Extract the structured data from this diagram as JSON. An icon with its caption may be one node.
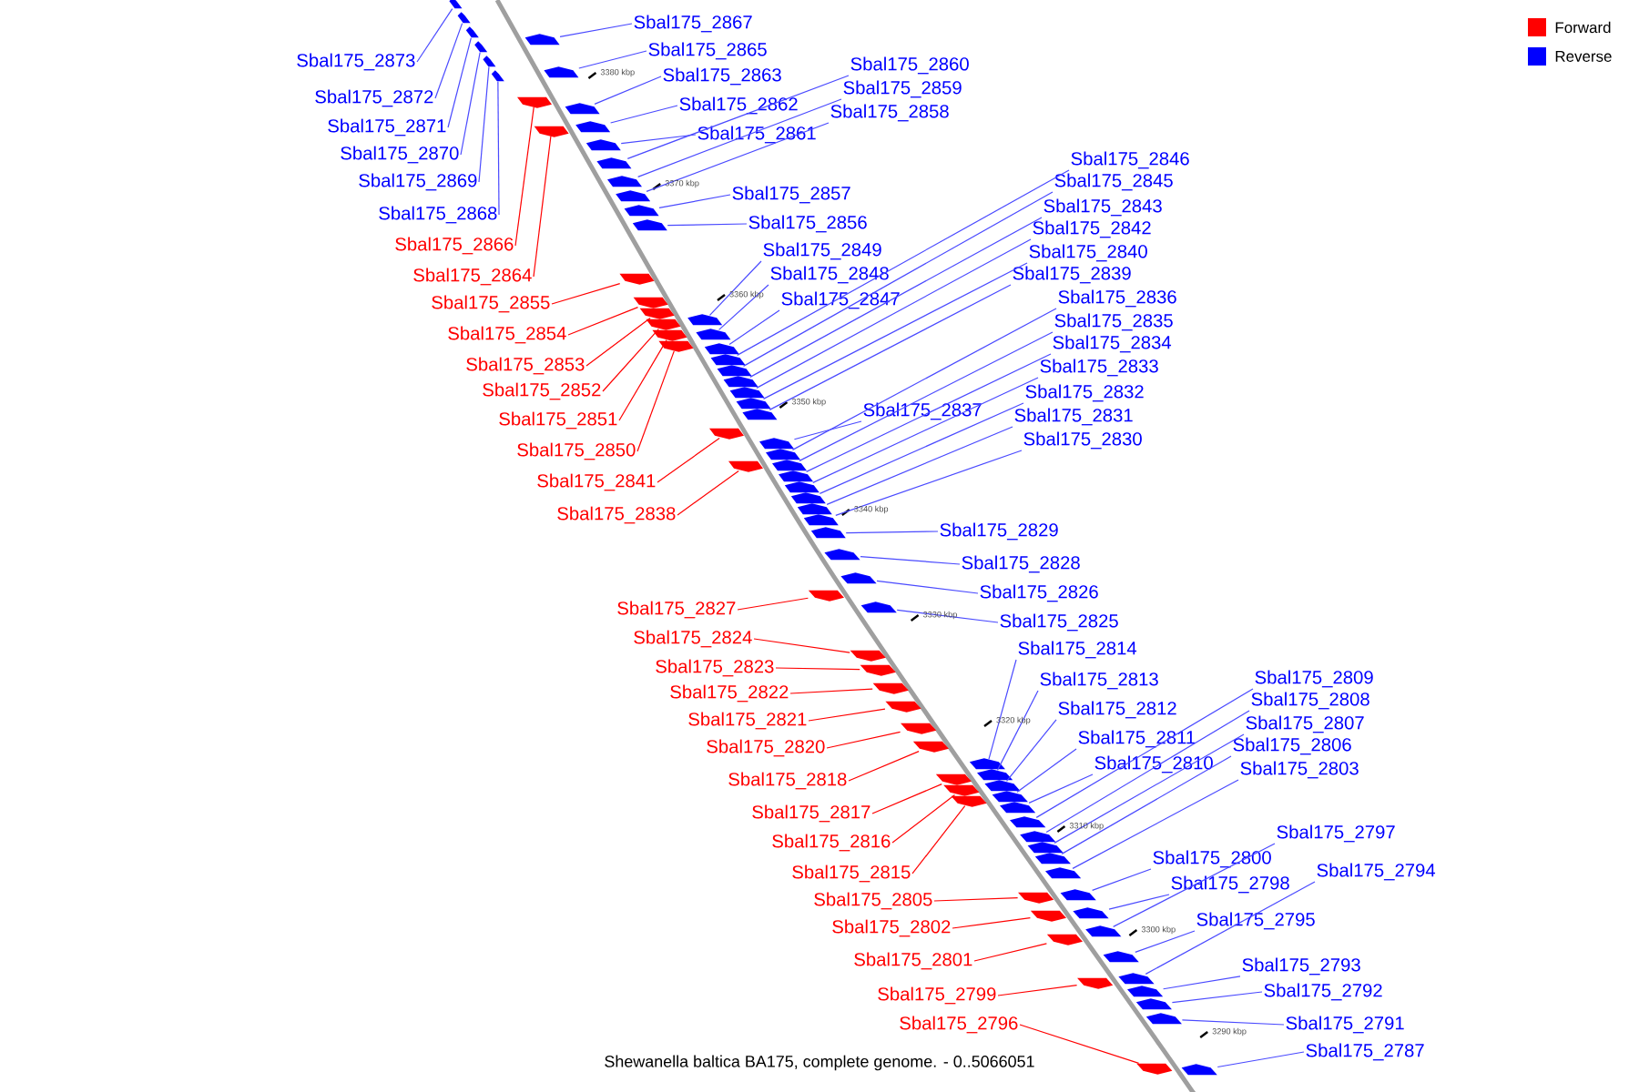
{
  "diagram": {
    "caption": "Shewanella baltica BA175, complete genome. - 0..5066051",
    "nodes": [
      {
        "text": [
          "Sbal175_2873"
        ]
      },
      {
        "text": [
          "Sbal175_2872"
        ]
      },
      {
        "text": [
          "Sbal175_2871"
        ]
      },
      {
        "text": [
          "Sbal175_2870"
        ]
      },
      {
        "text": [
          "Sbal175_2869"
        ]
      },
      {
        "text": [
          "Sbal175_2868"
        ]
      },
      {
        "text": [
          "Sbal175_2866"
        ]
      },
      {
        "text": [
          "Sbal175_2864"
        ]
      },
      {
        "text": [
          "Sbal175_2855"
        ]
      },
      {
        "text": [
          "Sbal175_2854"
        ]
      },
      {
        "text": [
          "Sbal175_2853"
        ]
      },
      {
        "text": [
          "Sbal175_2852"
        ]
      },
      {
        "text": [
          "Sbal175_2851"
        ]
      },
      {
        "text": [
          "Sbal175_2850"
        ]
      },
      {
        "text": [
          "Sbal175_2841"
        ]
      },
      {
        "text": [
          "Sbal175_2838"
        ]
      },
      {
        "text": [
          "Sbal175_2827"
        ]
      },
      {
        "text": [
          "Sbal175_2824"
        ]
      },
      {
        "text": [
          "Sbal175_2823"
        ]
      },
      {
        "text": [
          "Sbal175_2822"
        ]
      },
      {
        "text": [
          "Sbal175_2821"
        ]
      },
      {
        "text": [
          "Sbal175_2820"
        ]
      },
      {
        "text": [
          "Sbal175_2818"
        ]
      },
      {
        "text": [
          "Sbal175_2817"
        ]
      },
      {
        "text": [
          "Sbal175_2816"
        ]
      },
      {
        "text": [
          "Sbal175_2815"
        ]
      },
      {
        "text": [
          "Sbal175_2805"
        ]
      },
      {
        "text": [
          "Sbal175_2802"
        ]
      },
      {
        "text": [
          "Sbal175_2801"
        ]
      },
      {
        "text": [
          "Sbal175_2799"
        ]
      },
      {
        "text": [
          "Sbal175_2796"
        ]
      },
      {
        "text": [
          "Sbal175_2867"
        ]
      },
      {
        "text": [
          "Sbal175_2865"
        ]
      },
      {
        "text": [
          "Sbal175_2863"
        ]
      },
      {
        "text": [
          "Sbal175_2862"
        ]
      },
      {
        "text": [
          "Sbal175_2861"
        ]
      },
      {
        "text": [
          "Sbal175_2860"
        ]
      },
      {
        "text": [
          "Sbal175_2859"
        ]
      },
      {
        "text": [
          "Sbal175_2858"
        ]
      },
      {
        "text": [
          "Sbal175_2857"
        ]
      },
      {
        "text": [
          "Sbal175_2856"
        ]
      },
      {
        "text": [
          "Sbal175_2849"
        ]
      },
      {
        "text": [
          "Sbal175_2848"
        ]
      },
      {
        "text": [
          "Sbal175_2847"
        ]
      },
      {
        "text": [
          "Sbal175_2846"
        ]
      },
      {
        "text": [
          "Sbal175_2845"
        ]
      },
      {
        "text": [
          "Sbal175_2843"
        ]
      },
      {
        "text": [
          "Sbal175_2842"
        ]
      },
      {
        "text": [
          "Sbal175_2840"
        ]
      },
      {
        "text": [
          "Sbal175_2839"
        ]
      },
      {
        "text": [
          "Sbal175_2837"
        ]
      },
      {
        "text": [
          "Sbal175_2836"
        ]
      },
      {
        "text": [
          "Sbal175_2835"
        ]
      },
      {
        "text": [
          "Sbal175_2834"
        ]
      },
      {
        "text": [
          "Sbal175_2833"
        ]
      },
      {
        "text": [
          "Sbal175_2832"
        ]
      },
      {
        "text": [
          "Sbal175_2831"
        ]
      },
      {
        "text": [
          "Sbal175_2830"
        ]
      },
      {
        "text": [
          "Sbal175_2829"
        ]
      },
      {
        "text": [
          "Sbal175_2828"
        ]
      },
      {
        "text": [
          "Sbal175_2826"
        ]
      },
      {
        "text": [
          "Sbal175_2825"
        ]
      },
      {
        "text": [
          "Sbal175_2814"
        ]
      },
      {
        "text": [
          "Sbal175_2813"
        ]
      },
      {
        "text": [
          "Sbal175_2812"
        ]
      },
      {
        "text": [
          "Sbal175_2811"
        ]
      },
      {
        "text": [
          "Sbal175_2810"
        ]
      },
      {
        "text": [
          "Sbal175_2809"
        ]
      },
      {
        "text": [
          "Sbal175_2808"
        ]
      },
      {
        "text": [
          "Sbal175_2807"
        ]
      },
      {
        "text": [
          "Sbal175_2806"
        ]
      },
      {
        "text": [
          "Sbal175_2803"
        ]
      },
      {
        "text": [
          "Sbal175_2797"
        ]
      },
      {
        "text": [
          "Sbal175_2800"
        ]
      },
      {
        "text": [
          "Sbal175_2798"
        ]
      },
      {
        "text": [
          "Sbal175_2795"
        ]
      },
      {
        "text": [
          "Sbal175_2794"
        ]
      },
      {
        "text": [
          "Sbal175_2793"
        ]
      },
      {
        "text": [
          "Sbal175_2792"
        ]
      },
      {
        "text": [
          "Sbal175_2791"
        ]
      },
      {
        "text": [
          "Sbal175_2787"
        ]
      },
      {
        "text": [],
        "shape": "arrow"
      },
      {
        "text": [],
        "shape": "arrow"
      },
      {
        "text": [],
        "shape": "arrow"
      },
      {
        "text": [],
        "shape": "arrow"
      },
      {
        "text": [],
        "shape": "arrow"
      },
      {
        "text": [],
        "shape": "arrow"
      },
      {
        "text": [],
        "shape": "arrow"
      },
      {
        "text": [],
        "shape": "arrow"
      },
      {
        "text": [],
        "shape": "arrow"
      },
      {
        "text": [],
        "shape": "arrow"
      },
      {
        "text": [],
        "shape": "arrow"
      },
      {
        "text": [],
        "shape": "arrow"
      },
      {
        "text": [],
        "shape": "arrow"
      },
      {
        "text": [],
        "shape": "arrow"
      },
      {
        "text": [],
        "shape": "arrow"
      },
      {
        "text": [],
        "shape": "arrow"
      },
      {
        "text": [],
        "shape": "arrow"
      },
      {
        "text": [],
        "shape": "arrow"
      },
      {
        "text": [],
        "shape": "arrow"
      },
      {
        "text": [],
        "shape": "arrow"
      },
      {
        "text": [],
        "shape": "arrow"
      },
      {
        "text": [],
        "shape": "arrow"
      },
      {
        "text": [],
        "shape": "arrow"
      },
      {
        "text": [],
        "shape": "arrow"
      },
      {
        "text": [],
        "shape": "arrow"
      },
      {
        "text": [],
        "shape": "arrow"
      },
      {
        "text": [],
        "shape": "arrow"
      },
      {
        "text": [],
        "shape": "arrow"
      },
      {
        "text": [],
        "shape": "arrow"
      },
      {
        "text": [],
        "shape": "arrow"
      },
      {
        "text": [],
        "shape": "arrow"
      },
      {
        "text": [],
        "shape": "arrow"
      },
      {
        "text": [],
        "shape": "arrow"
      },
      {
        "text": [],
        "shape": "arrow"
      },
      {
        "text": [],
        "shape": "arrow"
      },
      {
        "text": [],
        "shape": "arrow"
      },
      {
        "text": [],
        "shape": "arrow"
      },
      {
        "text": [],
        "shape": "arrow"
      },
      {
        "text": [],
        "shape": "arrow"
      },
      {
        "text": [],
        "shape": "arrow"
      },
      {
        "text": [],
        "shape": "arrow"
      },
      {
        "text": [],
        "shape": "arrow"
      },
      {
        "text": [],
        "shape": "arrow"
      },
      {
        "text": [],
        "shape": "arrow"
      },
      {
        "text": [],
        "shape": "arrow"
      },
      {
        "text": [],
        "shape": "arrow"
      },
      {
        "text": [],
        "shape": "arrow"
      },
      {
        "text": [],
        "shape": "arrow"
      },
      {
        "text": [],
        "shape": "arrow"
      },
      {
        "text": [],
        "shape": "arrow"
      },
      {
        "text": [],
        "shape": "arrow"
      },
      {
        "text": [],
        "shape": "arrow"
      },
      {
        "text": [],
        "shape": "arrow"
      },
      {
        "text": [],
        "shape": "arrow"
      },
      {
        "text": [],
        "shape": "arrow"
      },
      {
        "text": [],
        "shape": "arrow"
      },
      {
        "text": [],
        "shape": "arrow"
      },
      {
        "text": [],
        "shape": "arrow"
      },
      {
        "text": [],
        "shape": "arrow"
      },
      {
        "text": [],
        "shape": "arrow"
      },
      {
        "text": [],
        "shape": "arrow"
      },
      {
        "text": [],
        "shape": "arrow"
      },
      {
        "text": [],
        "shape": "arrow"
      },
      {
        "text": [],
        "shape": "arrow"
      },
      {
        "text": [],
        "shape": "arrow"
      },
      {
        "text": [],
        "shape": "arrow"
      },
      {
        "text": [],
        "shape": "arrow"
      },
      {
        "text": [],
        "shape": "arrow"
      },
      {
        "text": [],
        "shape": "arrow"
      },
      {
        "text": [],
        "shape": "arrow"
      },
      {
        "text": [],
        "shape": "arrow"
      },
      {
        "text": [],
        "shape": "arrow"
      },
      {
        "text": [],
        "shape": "arrow"
      },
      {
        "text": [],
        "shape": "arrow"
      },
      {
        "text": [],
        "shape": "arrow"
      },
      {
        "text": [],
        "shape": "arrow"
      },
      {
        "text": [],
        "shape": "arrow"
      },
      {
        "text": [],
        "shape": "arrow"
      },
      {
        "text": [],
        "shape": "arrow"
      },
      {
        "text": [],
        "shape": "arrow"
      },
      {
        "text": [],
        "shape": "arrow"
      }
    ],
    "edges": [
      {
        "from": 0,
        "to": 81,
        "arrow": "none"
      },
      {
        "from": 1,
        "to": 82,
        "arrow": "none"
      },
      {
        "from": 2,
        "to": 83,
        "arrow": "none"
      },
      {
        "from": 3,
        "to": 84,
        "arrow": "none"
      },
      {
        "from": 4,
        "to": 85,
        "arrow": "none"
      },
      {
        "from": 5,
        "to": 86,
        "arrow": "none"
      },
      {
        "from": 6,
        "to": 87,
        "arrow": "none",
        "color": "#ff0000"
      },
      {
        "from": 7,
        "to": 88,
        "arrow": "none",
        "color": "#ff0000"
      },
      {
        "from": 8,
        "to": 89,
        "arrow": "none",
        "color": "#ff0000"
      },
      {
        "from": 9,
        "to": 90,
        "arrow": "none",
        "color": "#ff0000"
      },
      {
        "from": 10,
        "to": 91,
        "arrow": "none",
        "color": "#ff0000"
      },
      {
        "from": 11,
        "to": 92,
        "arrow": "none",
        "color": "#ff0000"
      },
      {
        "from": 12,
        "to": 93,
        "arrow": "none",
        "color": "#ff0000"
      },
      {
        "from": 13,
        "to": 94,
        "arrow": "none",
        "color": "#ff0000"
      },
      {
        "from": 14,
        "to": 95,
        "arrow": "none",
        "color": "#ff0000"
      },
      {
        "from": 15,
        "to": 96,
        "arrow": "none",
        "color": "#ff0000"
      },
      {
        "from": 16,
        "to": 97,
        "arrow": "none",
        "color": "#ff0000"
      },
      {
        "from": 17,
        "to": 98,
        "arrow": "none",
        "color": "#ff0000"
      },
      {
        "from": 18,
        "to": 99,
        "arrow": "none",
        "color": "#ff0000"
      },
      {
        "from": 19,
        "to": 100,
        "arrow": "none",
        "color": "#ff0000"
      },
      {
        "from": 20,
        "to": 101,
        "arrow": "none",
        "color": "#ff0000"
      },
      {
        "from": 21,
        "to": 102,
        "arrow": "none",
        "color": "#ff0000"
      },
      {
        "from": 22,
        "to": 103,
        "arrow": "none",
        "color": "#ff0000"
      },
      {
        "from": 23,
        "to": 104,
        "arrow": "none",
        "color": "#ff0000"
      },
      {
        "from": 24,
        "to": 105,
        "arrow": "none",
        "color": "#ff0000"
      },
      {
        "from": 25,
        "to": 106,
        "arrow": "none",
        "color": "#ff0000"
      },
      {
        "from": 26,
        "to": 107,
        "arrow": "none",
        "color": "#ff0000"
      },
      {
        "from": 27,
        "to": 108,
        "arrow": "none",
        "color": "#ff0000"
      },
      {
        "from": 28,
        "to": 109,
        "arrow": "none",
        "color": "#ff0000"
      },
      {
        "from": 29,
        "to": 110,
        "arrow": "none",
        "color": "#ff0000"
      },
      {
        "from": 30,
        "to": 111,
        "arrow": "none",
        "color": "#ff0000"
      },
      {
        "from": 31,
        "to": 112,
        "arrow": "none"
      },
      {
        "from": 32,
        "to": 113,
        "arrow": "none"
      },
      {
        "from": 33,
        "to": 114,
        "arrow": "none"
      },
      {
        "from": 34,
        "to": 115,
        "arrow": "none"
      },
      {
        "from": 35,
        "to": 116,
        "arrow": "none"
      },
      {
        "from": 36,
        "to": 117,
        "arrow": "none"
      },
      {
        "from": 37,
        "to": 118,
        "arrow": "none"
      },
      {
        "from": 38,
        "to": 119,
        "arrow": "none"
      },
      {
        "from": 39,
        "to": 120,
        "arrow": "none"
      },
      {
        "from": 40,
        "to": 121,
        "arrow": "none"
      },
      {
        "from": 41,
        "to": 122,
        "arrow": "none"
      },
      {
        "from": 42,
        "to": 123,
        "arrow": "none"
      },
      {
        "from": 43,
        "to": 124,
        "arrow": "none"
      },
      {
        "from": 44,
        "to": 125,
        "arrow": "none"
      },
      {
        "from": 45,
        "to": 126,
        "arrow": "none"
      },
      {
        "from": 46,
        "to": 127,
        "arrow": "none"
      },
      {
        "from": 47,
        "to": 128,
        "arrow": "none"
      },
      {
        "from": 48,
        "to": 129,
        "arrow": "none"
      },
      {
        "from": 49,
        "to": 130,
        "arrow": "none"
      },
      {
        "from": 50,
        "to": 131,
        "arrow": "none"
      },
      {
        "from": 51,
        "to": 132,
        "arrow": "none"
      },
      {
        "from": 52,
        "to": 133,
        "arrow": "none"
      },
      {
        "from": 53,
        "to": 134,
        "arrow": "none"
      },
      {
        "from": 54,
        "to": 135,
        "arrow": "none"
      },
      {
        "from": 55,
        "to": 136,
        "arrow": "none"
      },
      {
        "from": 56,
        "to": 137,
        "arrow": "none"
      },
      {
        "from": 57,
        "to": 138,
        "arrow": "none"
      },
      {
        "from": 58,
        "to": 139,
        "arrow": "none"
      },
      {
        "from": 59,
        "to": 140,
        "arrow": "none"
      },
      {
        "from": 60,
        "to": 141,
        "arrow": "none"
      },
      {
        "from": 61,
        "to": 142,
        "arrow": "none"
      },
      {
        "from": 62,
        "to": 143,
        "arrow": "none"
      },
      {
        "from": 63,
        "to": 144,
        "arrow": "none"
      },
      {
        "from": 64,
        "to": 145,
        "arrow": "none"
      },
      {
        "from": 65,
        "to": 146,
        "arrow": "none"
      },
      {
        "from": 66,
        "to": 147,
        "arrow": "none"
      },
      {
        "from": 67,
        "to": 148,
        "arrow": "none"
      },
      {
        "from": 68,
        "to": 149,
        "arrow": "none"
      },
      {
        "from": 69,
        "to": 150,
        "arrow": "none"
      },
      {
        "from": 70,
        "to": 151,
        "arrow": "none"
      },
      {
        "from": 71,
        "to": 152,
        "arrow": "none"
      },
      {
        "from": 72,
        "to": 153,
        "arrow": "none"
      },
      {
        "from": 73,
        "to": 154,
        "arrow": "none"
      },
      {
        "from": 74,
        "to": 155,
        "arrow": "none"
      },
      {
        "from": 75,
        "to": 156,
        "arrow": "none"
      },
      {
        "from": 76,
        "to": 157,
        "arrow": "none"
      },
      {
        "from": 77,
        "to": 158,
        "arrow": "none"
      },
      {
        "from": 78,
        "to": 159,
        "arrow": "none"
      },
      {
        "from": 79,
        "to": 160,
        "arrow": "none"
      },
      {
        "from": 80,
        "to": 161,
        "arrow": "none"
      }
    ],
    "labels": [
      "3380 kbp",
      "3370 kbp",
      "3360 kbp",
      "3350 kbp",
      "3340 kbp",
      "3330 kbp",
      "3320 kbp",
      "3310 kbp",
      "3300 kbp",
      "3290 kbp"
    ],
    "legend": [
      {
        "text": "Forward",
        "color": "#ff0000"
      },
      {
        "text": "Reverse",
        "color": "#0000ff"
      }
    ]
  }
}
